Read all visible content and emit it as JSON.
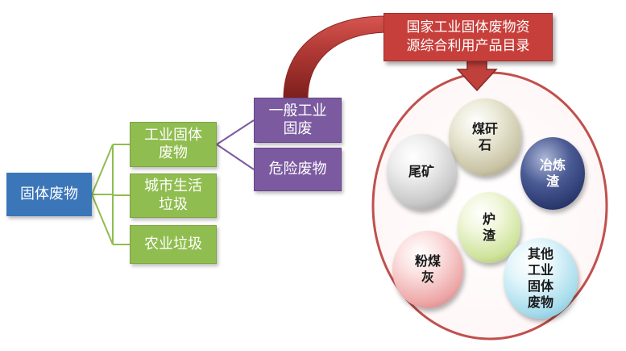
{
  "root": {
    "label": "固体废物"
  },
  "level1": [
    {
      "label": "工业固体\n废物"
    },
    {
      "label": "城市生活\n垃圾"
    },
    {
      "label": "农业垃圾"
    }
  ],
  "level2": [
    {
      "label": "一般工业\n固废"
    },
    {
      "label": "危险废物"
    }
  ],
  "catalog": {
    "label": "国家工业固体废物资\n源综合利用产品目录"
  },
  "waste_types": [
    {
      "label": "煤矸\n石"
    },
    {
      "label": "尾矿"
    },
    {
      "label": "冶炼\n渣"
    },
    {
      "label": "炉\n渣"
    },
    {
      "label": "粉煤\n灰"
    },
    {
      "label": "其他\n工业\n固体\n废物"
    }
  ],
  "colors": {
    "root": "#3b76b9",
    "level1": "#90bd4f",
    "level2": "#7b5aa0",
    "catalog": "#c73f3b",
    "circle_border": "#c0504d",
    "connector_line": "#7b5aa0"
  }
}
